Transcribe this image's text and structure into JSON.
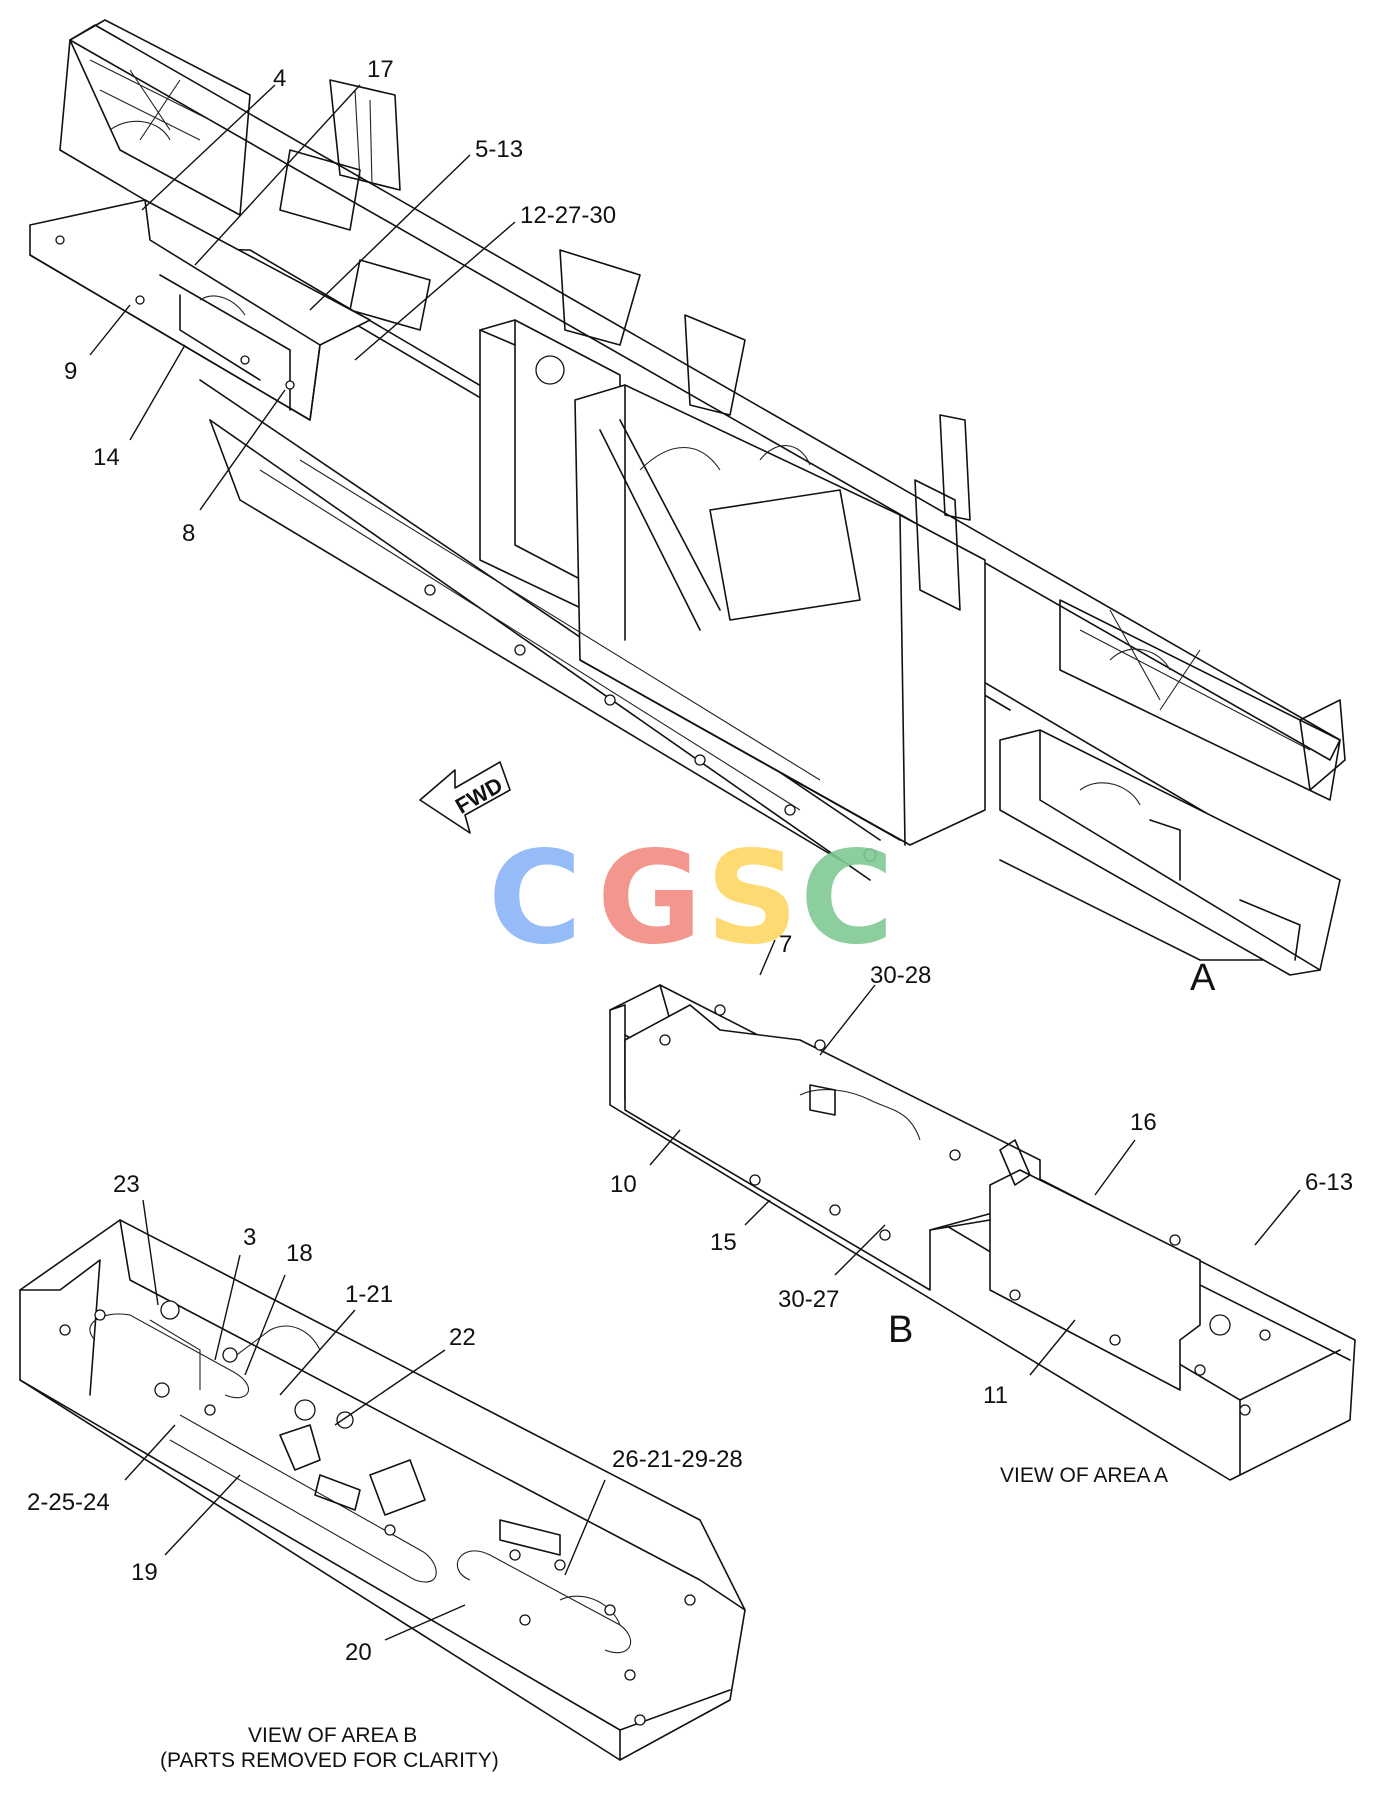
{
  "callouts": {
    "c4": "4",
    "c17": "17",
    "c5_13": "5-13",
    "c12_27_30": "12-27-30",
    "c9": "9",
    "c14": "14",
    "c8": "8",
    "c7": "7",
    "c30_28": "30-28",
    "c16": "16",
    "c6_13": "6-13",
    "c10": "10",
    "c15": "15",
    "c30_27": "30-27",
    "c11": "11",
    "c23": "23",
    "c3": "3",
    "c18": "18",
    "c1_21": "1-21",
    "c22": "22",
    "c2_25_24": "2-25-24",
    "c19": "19",
    "c26_21_29_28": "26-21-29-28",
    "c20": "20"
  },
  "area_letters": {
    "a": "A",
    "b": "B"
  },
  "fwd_arrow": {
    "label": "FWD",
    "icon": "fwd-arrow-icon"
  },
  "captions": {
    "view_a": "VIEW OF AREA A",
    "view_b_line1": "VIEW OF AREA B",
    "view_b_line2": "(PARTS REMOVED FOR CLARITY)"
  },
  "watermark": {
    "letters": [
      "C",
      "G",
      "S",
      "C"
    ],
    "colors": [
      "#8ab4f8",
      "#f28b82",
      "#fdd663",
      "#81c995"
    ]
  }
}
